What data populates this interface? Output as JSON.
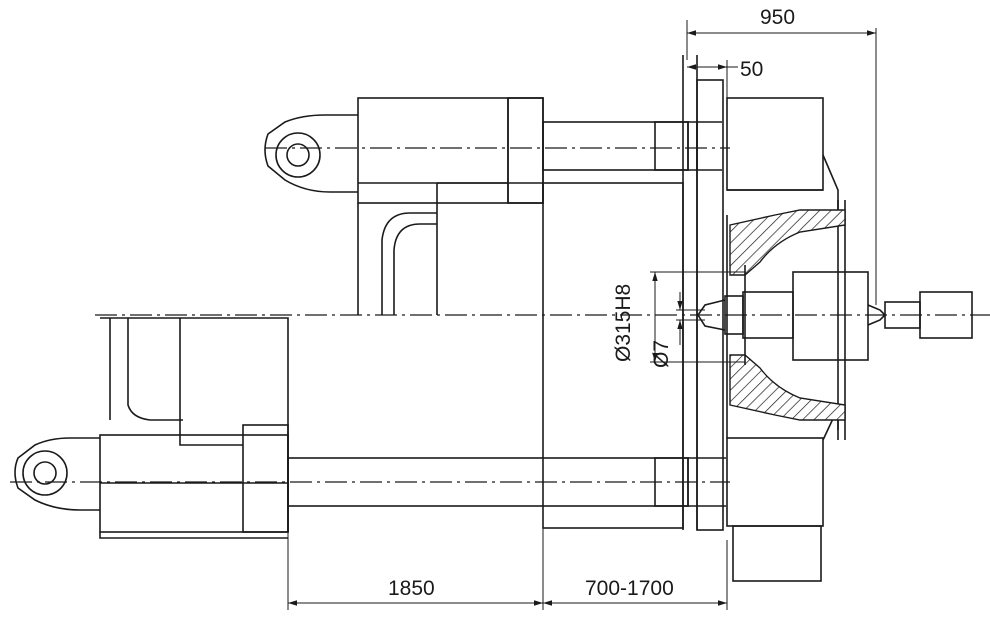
{
  "dimensions": {
    "top_width": "950",
    "top_offset": "50",
    "bore_diameter": "Ø315H8",
    "small_diameter": "Ø7",
    "bottom_left": "1850",
    "bottom_right": "700-1700"
  }
}
